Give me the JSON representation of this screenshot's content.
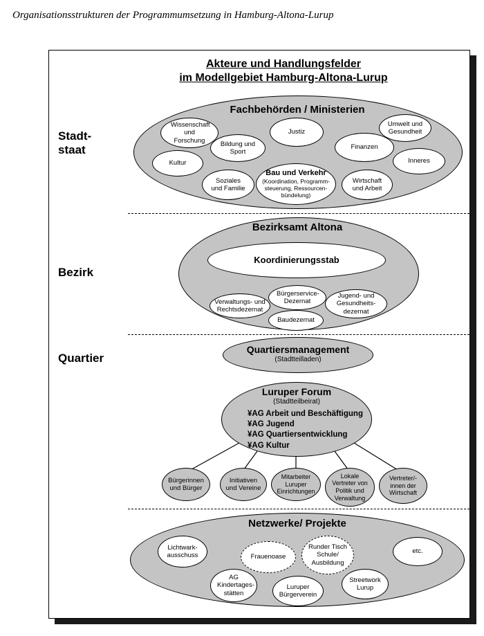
{
  "page_header": "Organisationsstrukturen der Programmumsetzung in Hamburg-Altona-Lurup",
  "title": {
    "line1": "Akteure und Handlungsfelder",
    "line2": "im Modellgebiet Hamburg-Altona-Lurup"
  },
  "levels": {
    "stadtstaat_line1": "Stadt-",
    "stadtstaat_line2": "staat",
    "bezirk": "Bezirk",
    "quartier": "Quartier"
  },
  "fachbehoerden": {
    "title": "Fachbehörden / Ministerien",
    "wissenschaft": "Wissenschaft und Forschung",
    "justiz": "Justiz",
    "umwelt": "Umwelt und Gesundheit",
    "bildung": "Bildung und Sport",
    "finanzen": "Finanzen",
    "kultur": "Kultur",
    "inneres": "Inneres",
    "soziales": "Soziales und Familie",
    "bau_title": "Bau und Verkehr",
    "bau_detail": "(Koordination, Programm-steuerung, Ressourcen-bündelung)",
    "wirtschaft": "Wirtschaft und Arbeit"
  },
  "bezirksamt": {
    "title": "Bezirksamt Altona",
    "koordinierungsstab": "Koordinierungsstab",
    "buergerservice": "Bürgerservice-Dezernat",
    "verwaltung": "Verwaltungs- und Rechtsdezernat",
    "jugend": "Jugend- und Gesundheits-dezernat",
    "bau": "Baudezernat"
  },
  "quartiersmanagement": {
    "title": "Quartiersmanagement",
    "subtitle": "(Stadtteilladen)"
  },
  "forum": {
    "title": "Luruper Forum",
    "subtitle": "(Stadtteilbeirat)",
    "ag": [
      "¥AG Arbeit und Beschäftigung",
      "¥AG Jugend",
      "¥AG Quartiersentwicklung",
      "¥AG Kultur"
    ]
  },
  "forum_members": {
    "buerger": "Bürgerinnen und Bürger",
    "initiativen": "Initiativen und Vereine",
    "mitarbeiter": "Mitarbeiter Luruper Einrichtungen",
    "vertreter_politik": "Lokale Vertreter von Politik und Verwaltung",
    "vertreter_wirtschaft": "Vertreter/-innen der Wirtschaft"
  },
  "netzwerke": {
    "title": "Netzwerke/ Projekte",
    "lichtwark": "Lichtwark-ausschuss",
    "frauenoase": "Frauenoase",
    "runder_tisch": "Runder Tisch Schule/ Ausbildung",
    "etc": "etc.",
    "ag_kita": "AG Kindertages-stätten",
    "buergerverein": "Luruper Bürgerverein",
    "streetwork": "Streetwork Lurup"
  }
}
